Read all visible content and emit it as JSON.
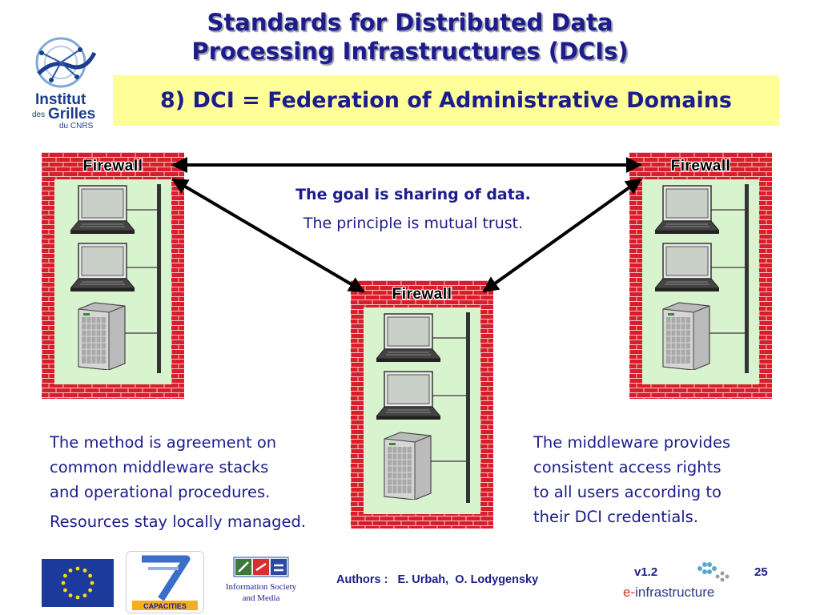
{
  "slide": {
    "title_line1": "Standards for Distributed Data",
    "title_line2": "Processing Infrastructures (DCIs)",
    "subtitle": "8) DCI = Federation of Administrative Domains"
  },
  "logo_institut": {
    "line1": "Institut",
    "line2_prefix": "des",
    "line2_main": "Grilles",
    "line3": "du CNRS"
  },
  "diagram": {
    "firewall_left": "Firewall",
    "firewall_right": "Firewall",
    "firewall_center": "Firewall",
    "goal": "The goal is sharing of data.",
    "principle": "The principle is mutual trust."
  },
  "text_left": {
    "line1": "The method is agreement on",
    "line2": "common middleware stacks",
    "line3": "and operational procedures.",
    "line4": "Resources stay locally managed."
  },
  "text_right": {
    "line1": "The middleware provides",
    "line2": "consistent access rights",
    "line3": "to all users according to",
    "line4": "their DCI credentials."
  },
  "footer": {
    "authors": "Authors :   E. Urbah,  O. Lodygensky",
    "version": "v1.2",
    "page_number": "25",
    "einfra_prefix": "e-",
    "einfra_main": "infrastructure",
    "fp7_label": "CAPACITIES",
    "ism_line1": "Information Society",
    "ism_line2": "and Media"
  },
  "colors": {
    "title_blue": "#1c1c8c",
    "subtitle_bg": "#ffff99",
    "brick_red": "#d81e2a",
    "zone_green": "#d8f4cf"
  }
}
